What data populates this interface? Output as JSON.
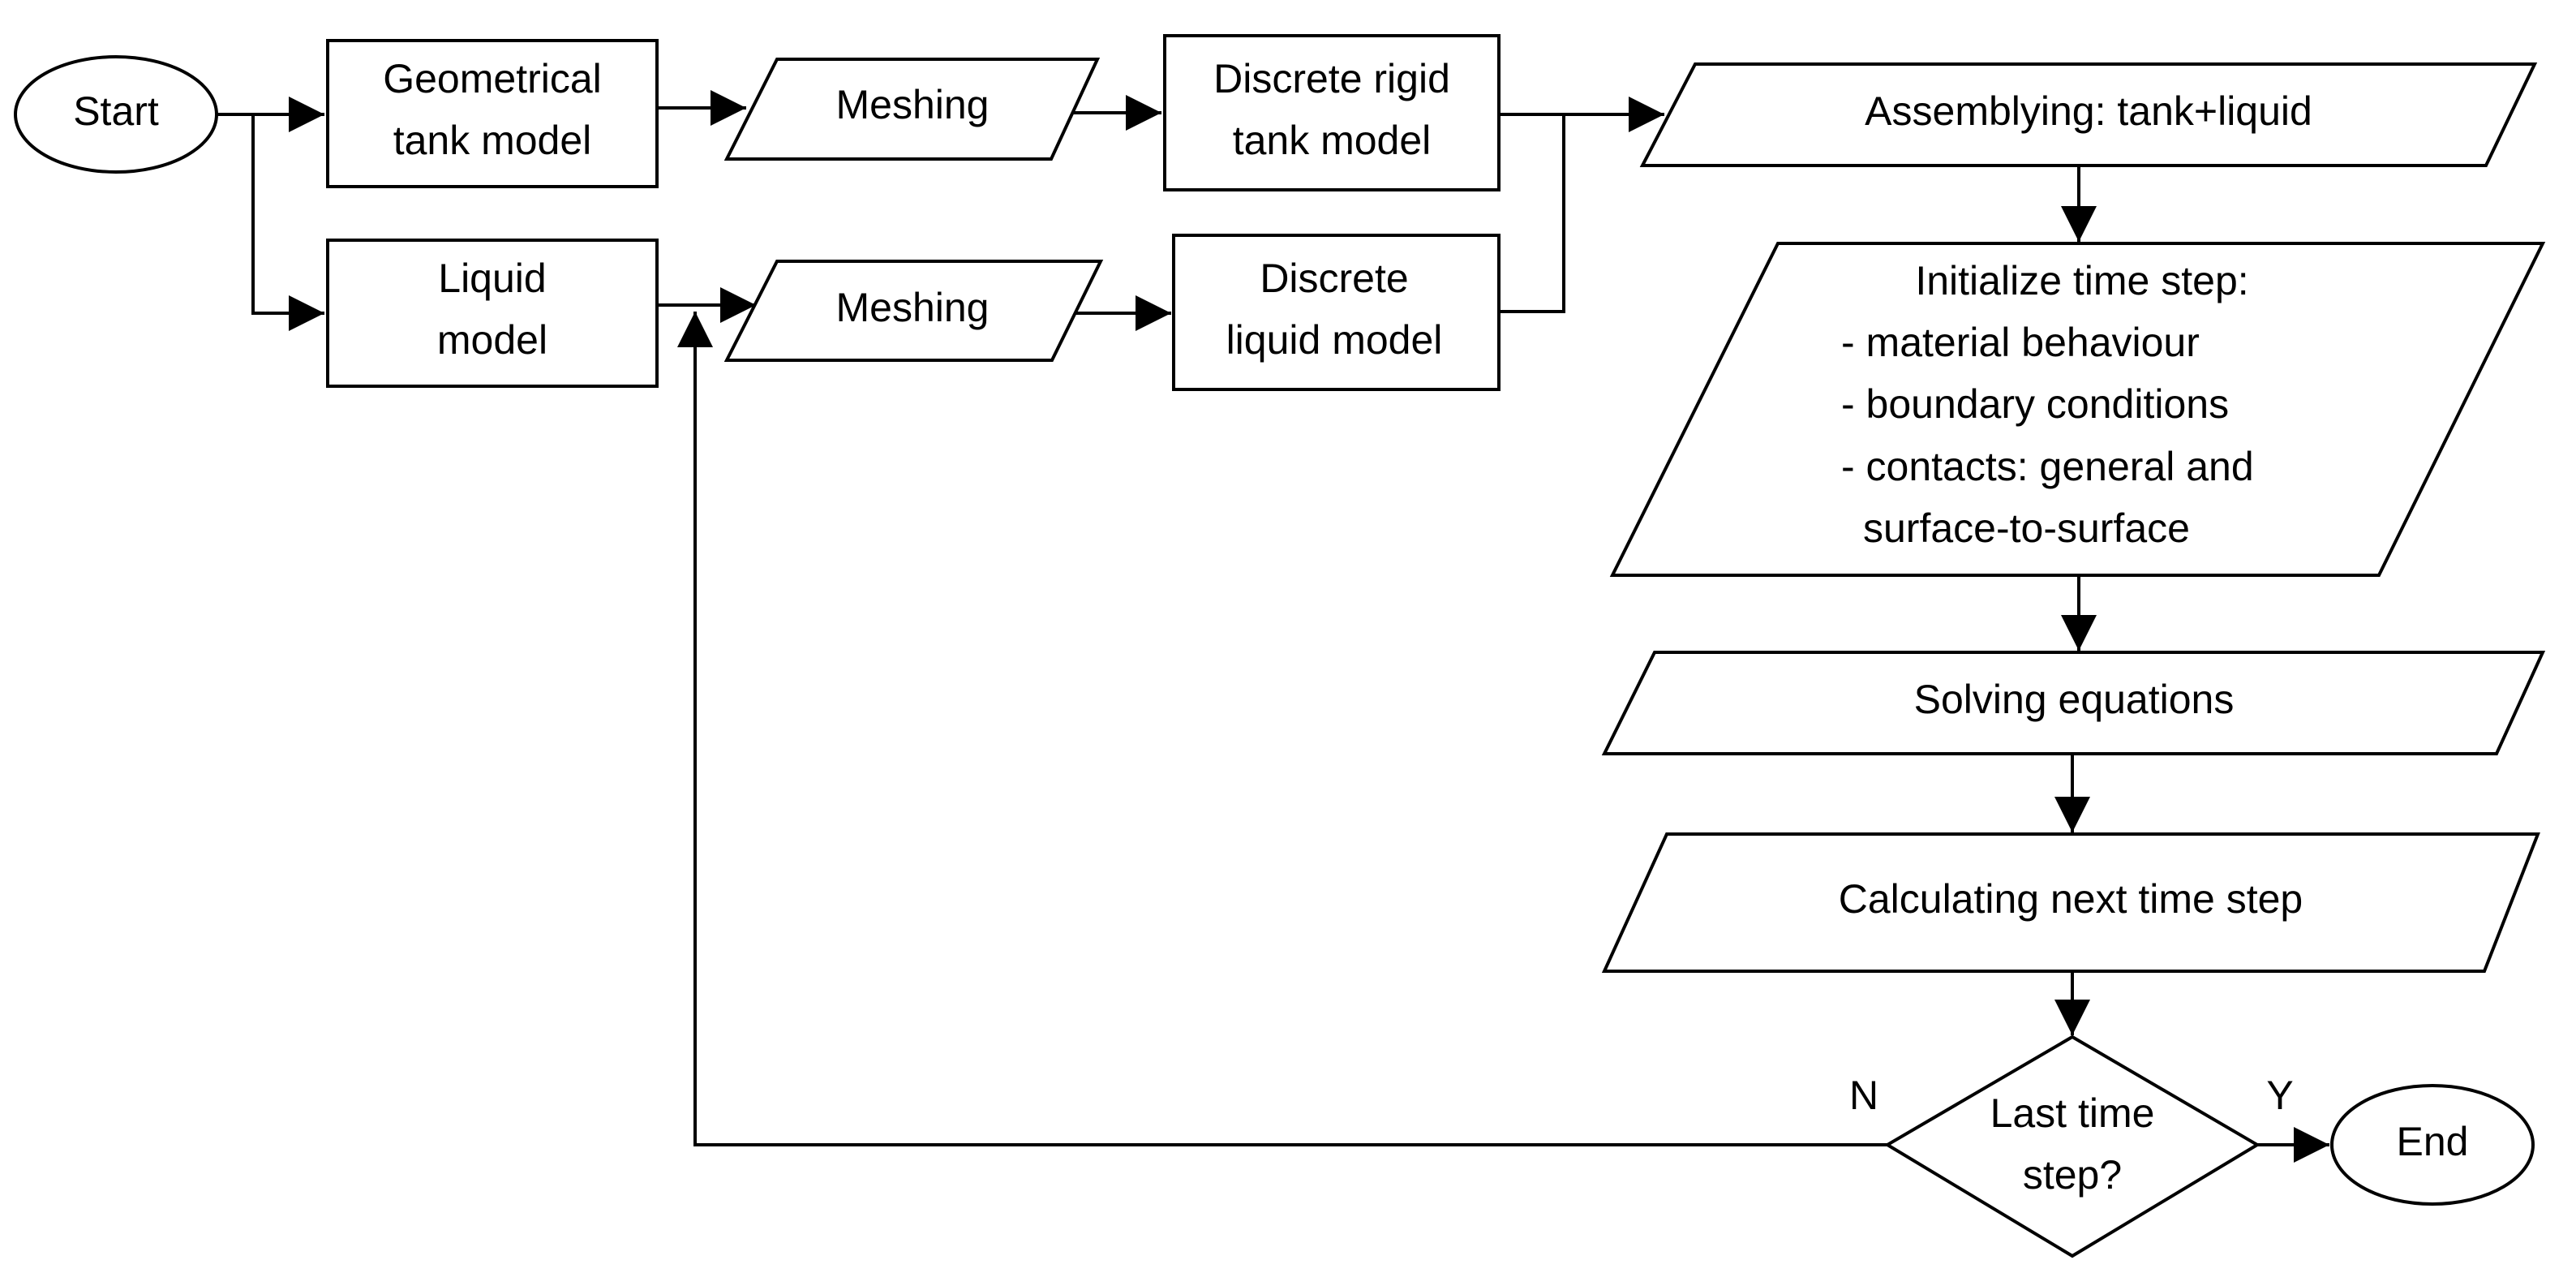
{
  "diagram": {
    "start": "Start",
    "end": "End",
    "geometrical_tank_model": [
      "Geometrical",
      "tank model"
    ],
    "liquid_model": [
      "Liquid",
      "model"
    ],
    "meshing_tank": "Meshing",
    "meshing_liquid": "Meshing",
    "discrete_rigid_tank_model": [
      "Discrete rigid",
      "tank model"
    ],
    "discrete_liquid_model": [
      "Discrete",
      "liquid model"
    ],
    "assembling": "Assemblying: tank+liquid",
    "initialize": [
      "Initialize time step:",
      "- material behaviour",
      "- boundary conditions",
      "- contacts: general and",
      "surface-to-surface"
    ],
    "solving": "Solving equations",
    "calculating": "Calculating next time step",
    "decision": [
      "Last time",
      "step?"
    ],
    "label_no": "N",
    "label_yes": "Y"
  }
}
